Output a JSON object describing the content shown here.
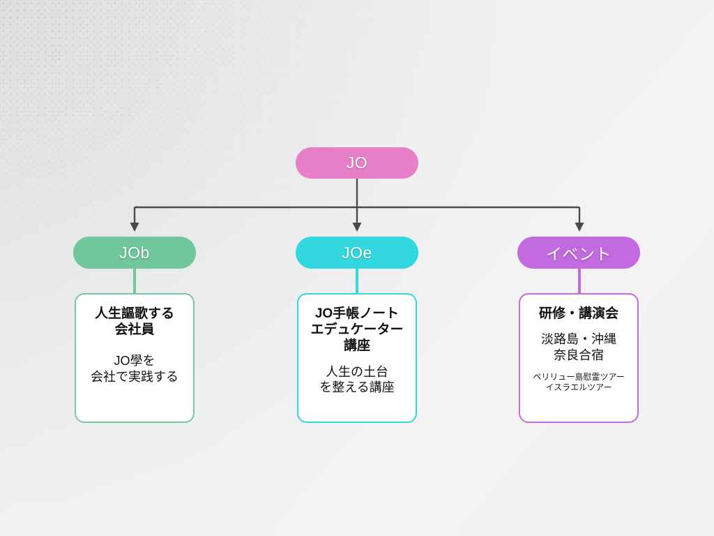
{
  "diagram": {
    "type": "org-tree",
    "background_color": "#f2f2f2",
    "connector_color": "#4a4a4a",
    "root": {
      "label": "JO",
      "color": "#e87fc9"
    },
    "branches": [
      {
        "id": "job",
        "label": "JOb",
        "color": "#6fc79b",
        "card_border": "#77c99b",
        "title": "人生謳歌する\n会社員",
        "subtitle": "JO學を\n会社で実践する",
        "note": ""
      },
      {
        "id": "joe",
        "label": "JOe",
        "color": "#33d7e0",
        "card_border": "#33d7e0",
        "title": "JO手帳ノート\nエデュケーター\n講座",
        "subtitle": "人生の土台\nを整える講座",
        "note": ""
      },
      {
        "id": "event",
        "label": "イベント",
        "color": "#c46ae0",
        "card_border": "#c46ae0",
        "title": "研修・講演会",
        "subtitle": "淡路島・沖縄\n奈良合宿",
        "note": "ペリリュー島慰霊ツアー\nイスラエルツアー"
      }
    ]
  }
}
